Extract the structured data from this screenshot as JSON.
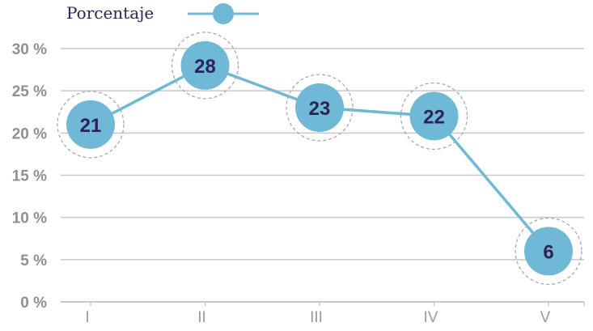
{
  "chart_data": {
    "type": "line",
    "categories": [
      "I",
      "II",
      "III",
      "IV",
      "V"
    ],
    "series": [
      {
        "name": "Porcentaje",
        "values": [
          21,
          28,
          23,
          22,
          6
        ]
      }
    ],
    "data_labels": [
      "21",
      "28",
      "23",
      "22",
      "6"
    ],
    "y_ticks": [
      0,
      5,
      10,
      15,
      20,
      25,
      30
    ],
    "y_tick_labels": [
      "0 %",
      "5 %",
      "10 %",
      "15 %",
      "20 %",
      "25 %",
      "30 %"
    ],
    "ylim": [
      0,
      30
    ],
    "grid": true,
    "legend_position": "top-left",
    "colors": {
      "series": "#6fb9d6",
      "grid": "#c8c8c8",
      "label": "#2d2257",
      "tick": "#8f8f95"
    }
  }
}
